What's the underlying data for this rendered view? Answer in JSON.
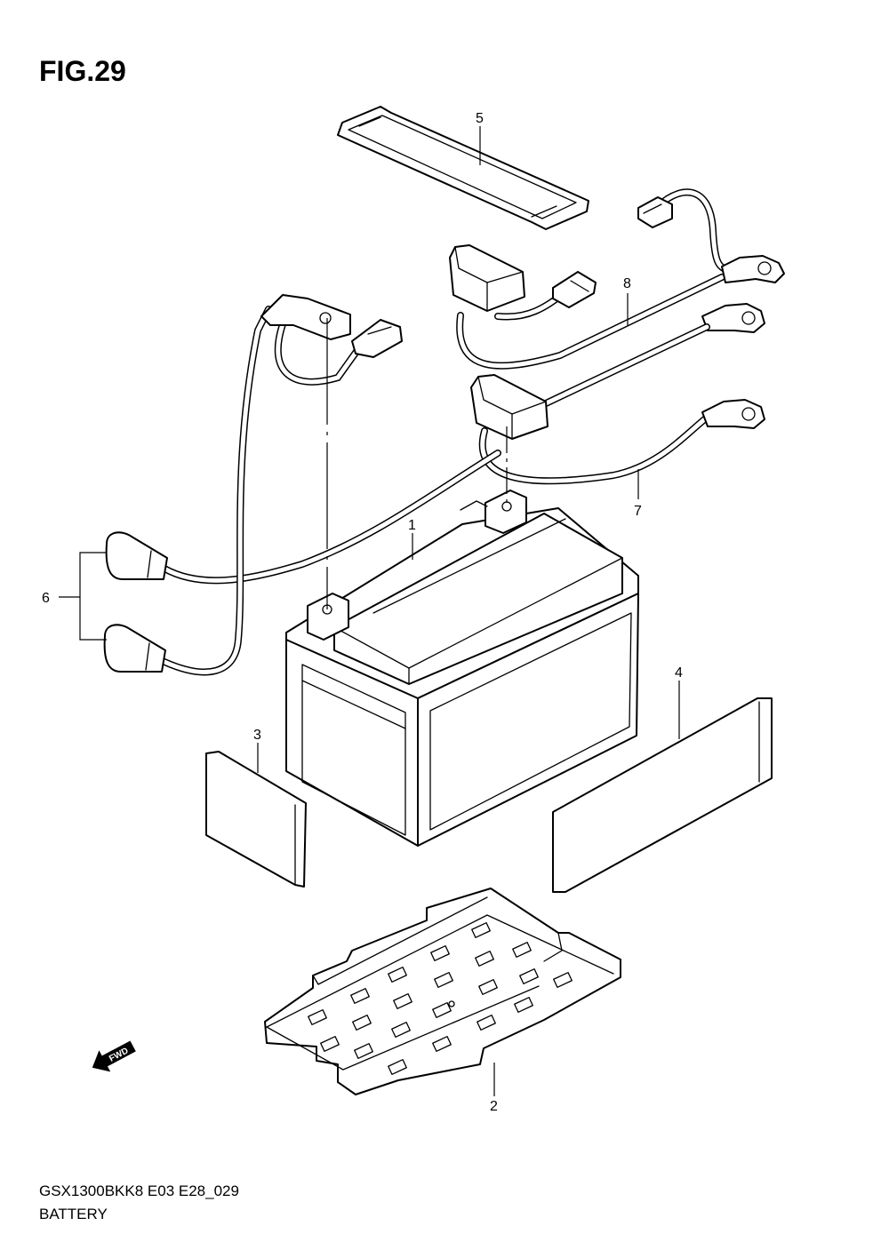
{
  "figure": {
    "title": "FIG.29",
    "model_code": "GSX1300BKK8 E03 E28_029",
    "section_name": "BATTERY",
    "fwd_label": "FWD"
  },
  "callouts": [
    "1",
    "2",
    "3",
    "4",
    "5",
    "6",
    "7",
    "8"
  ]
}
